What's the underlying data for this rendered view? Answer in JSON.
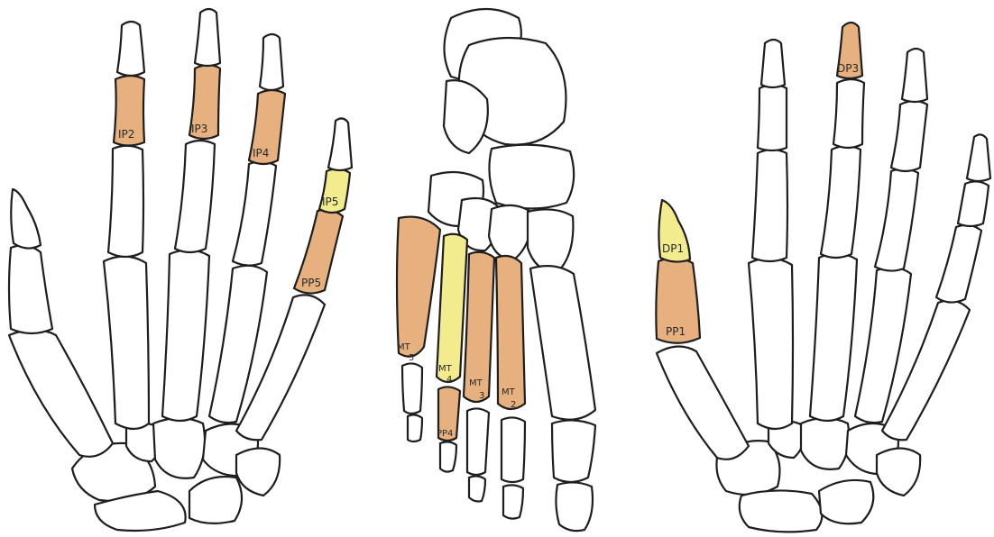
{
  "colors": {
    "outline": "#1e1e1e",
    "bone_white": "#ffffff",
    "highlight_orange": "#e6b17f",
    "highlight_yellow": "#f3ec8f"
  },
  "labels": {
    "left_hand": {
      "ip2": "IP2",
      "ip3": "IP3",
      "ip4": "IP4",
      "ip5": "IP5",
      "pp5": "PP5"
    },
    "foot": {
      "mt5": "MT",
      "mt5_num": "5",
      "mt4": "MT",
      "mt4_num": "4",
      "mt3": "MT",
      "mt3_num": "3",
      "mt2": "MT",
      "mt2_num": "2",
      "pp4": "PP4"
    },
    "right_hand": {
      "dp3": "DP3",
      "dp1": "DP1",
      "pp1": "PP1"
    }
  }
}
